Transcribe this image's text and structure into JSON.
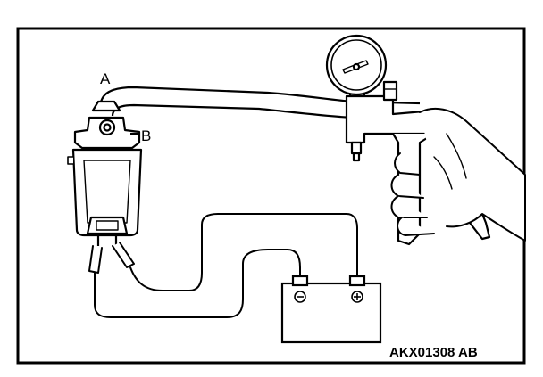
{
  "diagram": {
    "labels": {
      "port_a": "A",
      "port_b": "B"
    },
    "figure_code": "AKX01308 AB"
  }
}
